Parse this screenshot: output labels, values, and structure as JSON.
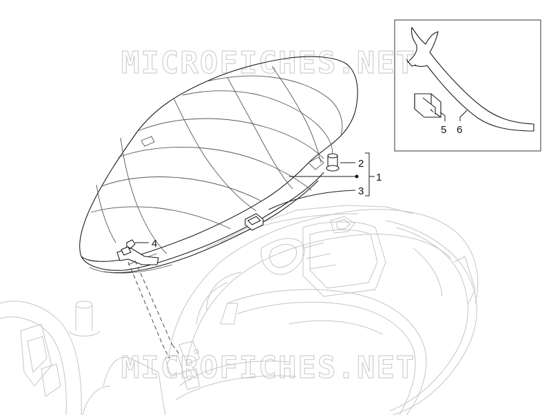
{
  "watermark": {
    "top": "MICROFICHES.NET",
    "bottom": "MICROFICHES.NET"
  },
  "callouts": {
    "c1": "1",
    "c2": "2",
    "c3": "3",
    "c4": "4",
    "c5": "5",
    "c6": "6"
  }
}
